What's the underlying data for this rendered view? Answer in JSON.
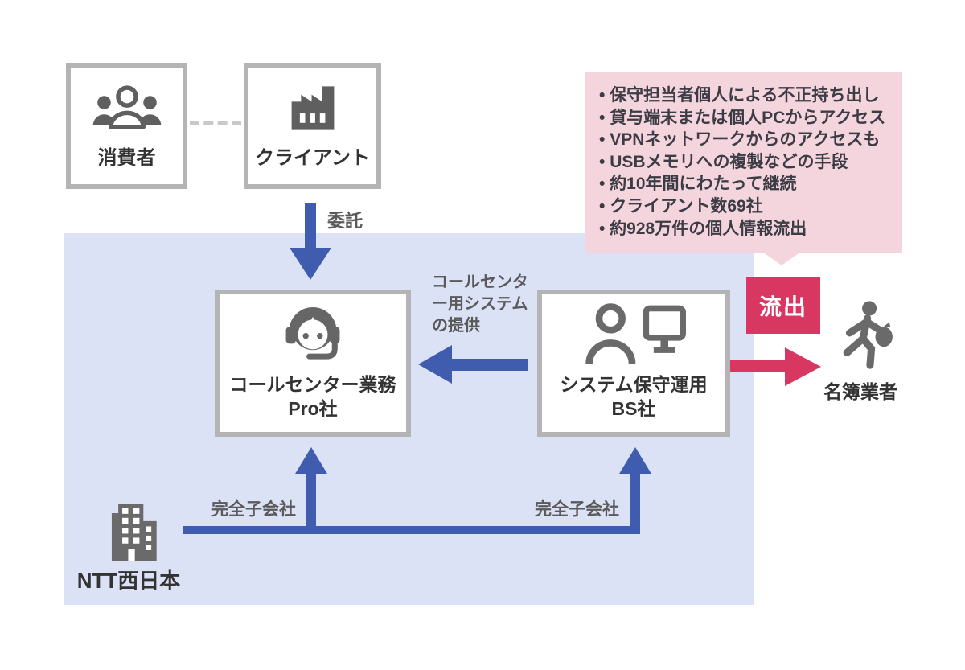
{
  "nodes": {
    "consumer": {
      "label": "消費者"
    },
    "client": {
      "label": "クライアント"
    },
    "pro_company": {
      "label_line1": "コールセンター業務",
      "label_line2": "Pro社"
    },
    "bs_company": {
      "label_line1": "システム保守運用",
      "label_line2": "BS社"
    },
    "parent_company": {
      "label": "NTT西日本"
    },
    "broker": {
      "label": "名簿業者"
    }
  },
  "relations": {
    "delegate_label": "委託",
    "provide_label_line1": "コールセンタ",
    "provide_label_line2": "ー用システム",
    "provide_label_line3": "の提供",
    "subsidiary_left_label": "完全子会社",
    "subsidiary_right_label": "完全子会社",
    "leak_badge_label": "流出"
  },
  "callout": {
    "bullets": [
      "保守担当者個人による不正持ち出し",
      "貸与端末または個人PCからアクセス",
      "VPNネットワークからのアクセスも",
      "USBメモリへの複製などの手段",
      "約10年間にわたって継続",
      "クライアント数69社",
      "約928万件の個人情報流出"
    ]
  },
  "icons": {
    "consumer": "people-group-icon",
    "client": "factory-icon",
    "pro_company": "call-center-operator-icon",
    "bs_company": "person-with-monitor-icon",
    "parent_company": "office-building-icon",
    "broker": "running-thief-icon"
  },
  "colors": {
    "panel_background": "#dce2f5",
    "arrow_blue": "#3f5cae",
    "callout_pink": "#f4d4dd",
    "leak_crimson": "#d83761",
    "box_border_gray": "#b4b4b4",
    "icon_gray": "#5f5f5f",
    "label_gray": "#5a5a5a",
    "label_dark": "#333333"
  }
}
